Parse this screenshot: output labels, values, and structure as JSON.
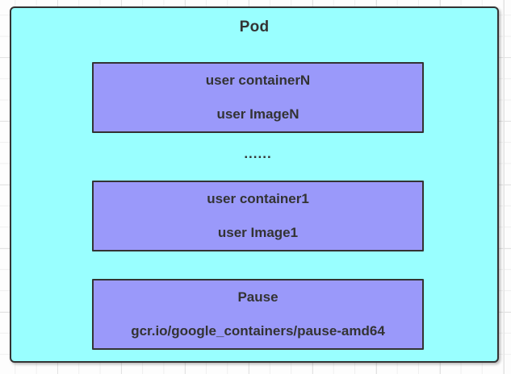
{
  "pod": {
    "title": "Pod",
    "ellipsis": "......",
    "containers": [
      {
        "name": "user containerN",
        "image": "user ImageN"
      },
      {
        "name": "user container1",
        "image": "user Image1"
      },
      {
        "name": "Pause",
        "image": "gcr.io/google_containers/pause-amd64"
      }
    ]
  },
  "colors": {
    "pod_fill": "#99ffff",
    "container_fill": "#9a99fa",
    "border": "#333333",
    "text": "#333333",
    "canvas_background": "#fdfdfd",
    "grid_line": "#e2e2e2"
  }
}
